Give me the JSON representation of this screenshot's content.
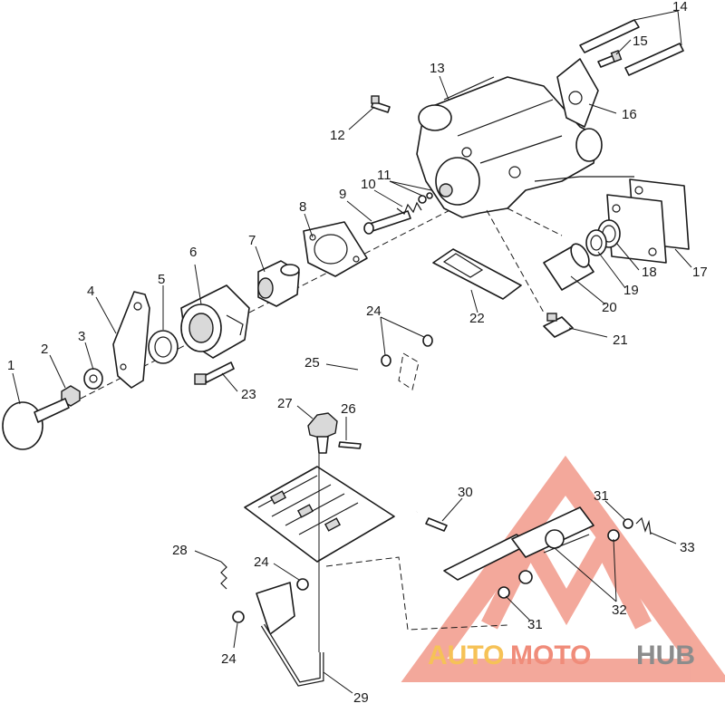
{
  "callouts": [
    "1",
    "2",
    "3",
    "4",
    "5",
    "6",
    "7",
    "8",
    "9",
    "10",
    "11",
    "12",
    "13",
    "14",
    "15",
    "16",
    "17",
    "18",
    "19",
    "20",
    "21",
    "22",
    "23",
    "24",
    "25",
    "26",
    "27",
    "28",
    "24",
    "24",
    "29",
    "30",
    "31",
    "31",
    "32",
    "33"
  ],
  "watermark": {
    "part1": "AUTO",
    "part2": "MOTO",
    "part3": "HUB",
    "color1": "#f6c257",
    "color2": "#f08c7a",
    "color3": "#8c8c8c",
    "triangle_color": "#f08c7a"
  }
}
